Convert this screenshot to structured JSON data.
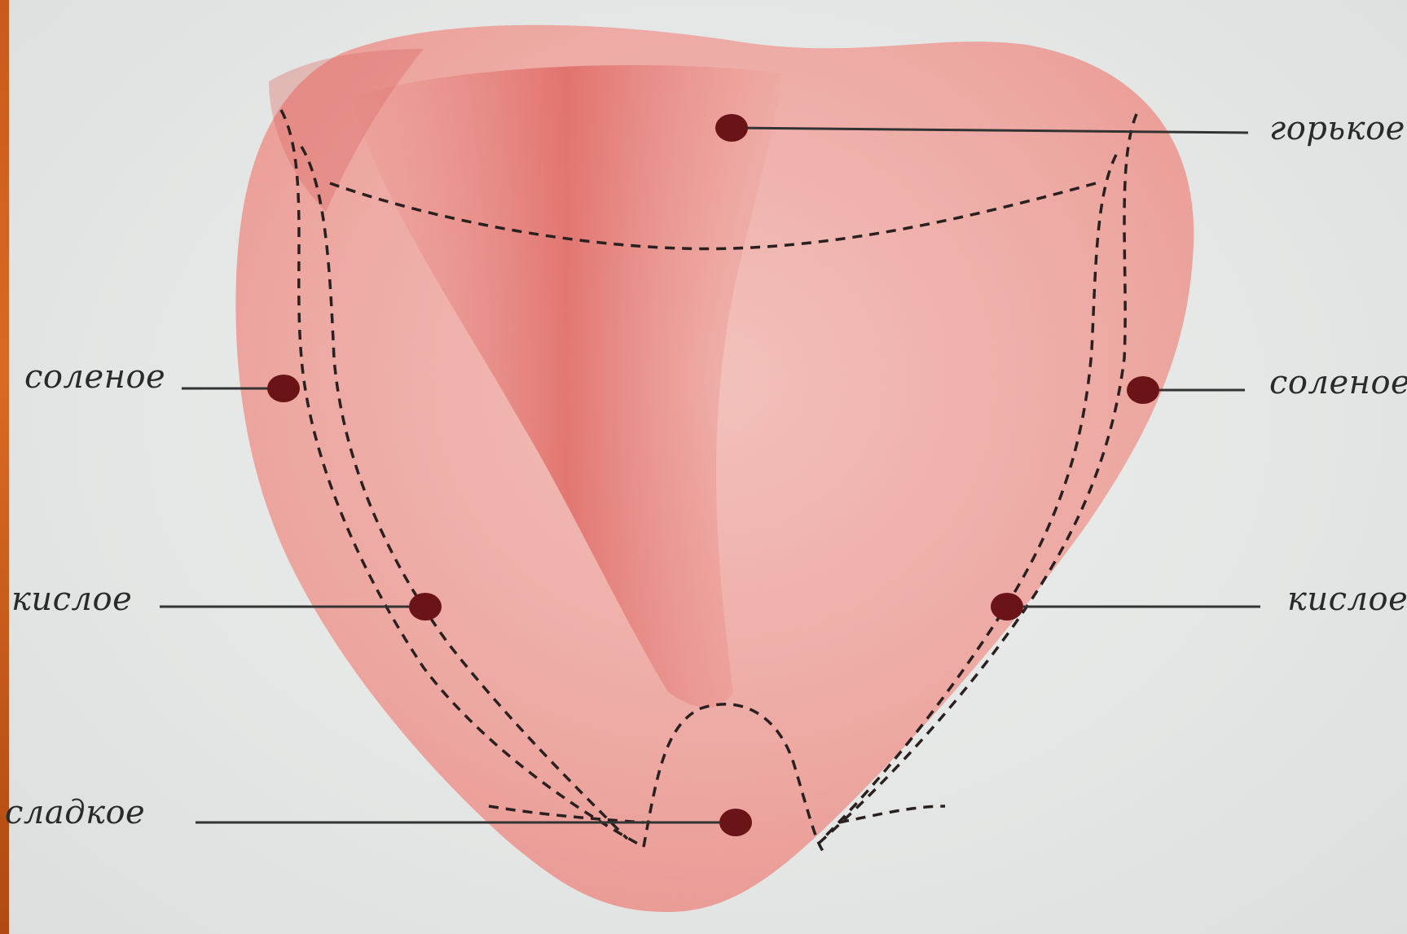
{
  "labels": {
    "bitter": "горькое",
    "salty_left": "соленое",
    "salty_right": "соленое",
    "sour_left": "кислое",
    "sour_right": "кислое",
    "sweet": "сладкое"
  },
  "colors": {
    "background": "#e3e5e4",
    "tongue_light": "#f0b7b2",
    "tongue_dark": "#d9605c",
    "marker": "#6b1418",
    "leader_line": "#333333",
    "frame": "#c85a1c"
  }
}
